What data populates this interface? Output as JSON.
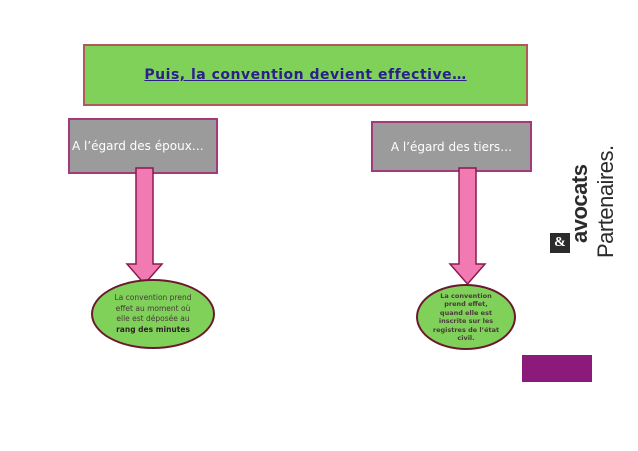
{
  "title": "Puis, la convention devient effective…",
  "left_branch": {
    "label": "A l’égard des époux…",
    "result_lines": [
      "La convention prend",
      "effet au moment où",
      "elle est déposée au"
    ],
    "result_bold": "rang des minutes"
  },
  "right_branch": {
    "label": "A l’égard des tiers…",
    "result_lines": [
      "La convention",
      "prend effet,",
      "quand elle est",
      "inscrite sur les",
      "registres de l’état",
      "civil."
    ]
  },
  "brand": {
    "line1": "avocats",
    "amp": "&",
    "line2": "Partenaires."
  },
  "colors": {
    "green": "#7fd15a",
    "grey": "#9b9b9b",
    "pink_arrow": "#f27ab3",
    "arrow_outline": "#8a1a50",
    "magenta": "#8c1a7a",
    "title_text": "#2b1f8a"
  }
}
